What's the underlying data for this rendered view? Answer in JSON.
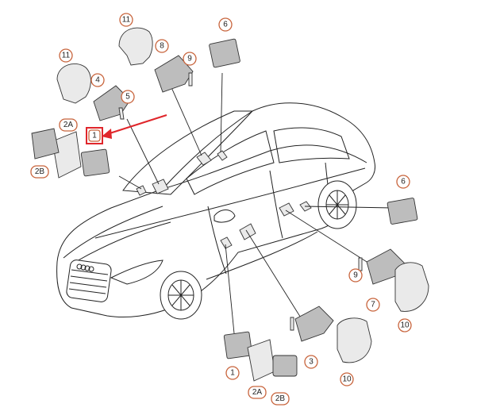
{
  "labels": {
    "l11a": "11",
    "l11b": "11",
    "l8": "8",
    "l9a": "9",
    "l6a": "6",
    "l4": "4",
    "l5": "5",
    "l2Aa": "2A",
    "l1a": "1",
    "l2Ba": "2B",
    "l6b": "6",
    "l9b": "9",
    "l7": "7",
    "l10a": "10",
    "l10b": "10",
    "l3": "3",
    "l1b": "1",
    "l2Ab": "2A",
    "l2Bb": "2B"
  },
  "colors": {
    "label_ring": "#c8643c",
    "highlight": "#e0262b"
  }
}
